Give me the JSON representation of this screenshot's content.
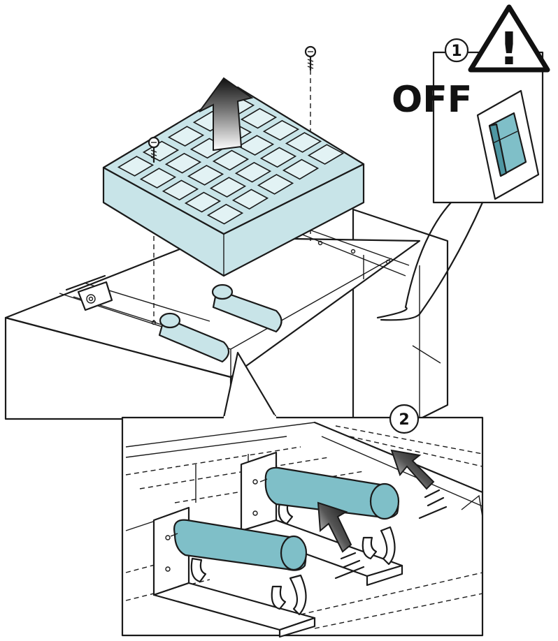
{
  "switch_panel": {
    "step_number": "1",
    "label": "OFF",
    "warning_symbol": "!"
  },
  "detail_panel": {
    "step_number": "2"
  },
  "icons": [
    "warning-triangle-icon",
    "power-switch-icon",
    "lift-arrow-icon",
    "screw-icon",
    "push-arrow-icon"
  ],
  "colors": {
    "accent": "#7fbfc8",
    "filter_fill": "#e2f2f4",
    "line": "#1a1a1a"
  }
}
